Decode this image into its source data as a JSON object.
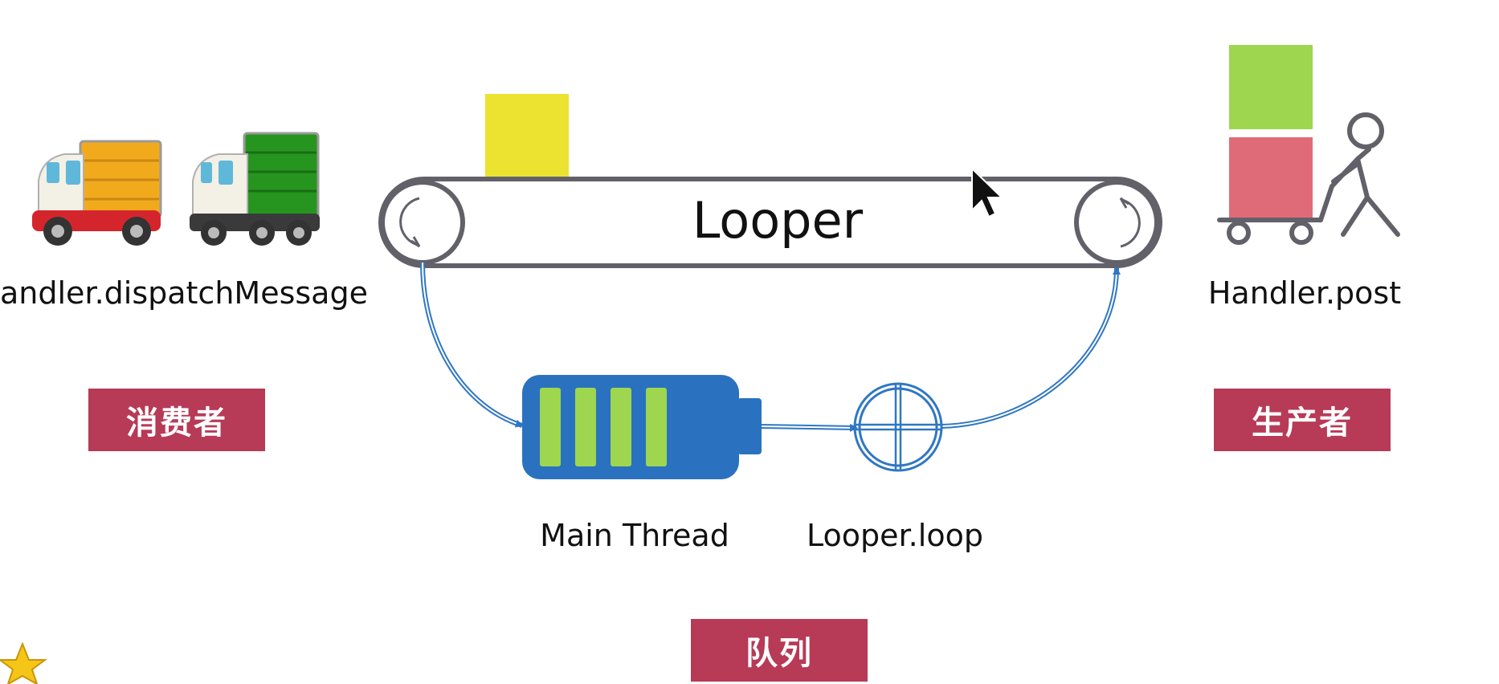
{
  "conveyor": {
    "label": "Looper"
  },
  "consumer": {
    "label": "andler.dispatchMessage",
    "tag": "消费者"
  },
  "producer": {
    "label": "Handler.post",
    "tag": "生产者"
  },
  "thread": {
    "label": "Main Thread"
  },
  "loop": {
    "label": "Looper.loop"
  },
  "queue": {
    "tag": "队列"
  },
  "colors": {
    "tag_bg": "#b73a57",
    "flow_arrow": "#2f77c3",
    "battery": "#2a72bf",
    "battery_cell": "#9ed64f",
    "box_yellow": "#ece230",
    "box_green": "#9ed64f",
    "box_red": "#e06b78",
    "belt_stroke": "#62616a"
  },
  "icons": [
    "delivery-truck-icon",
    "cursor-arrow-icon",
    "person-pushing-cart-icon",
    "battery-icon",
    "crosshair-circle-icon",
    "star-icon"
  ]
}
